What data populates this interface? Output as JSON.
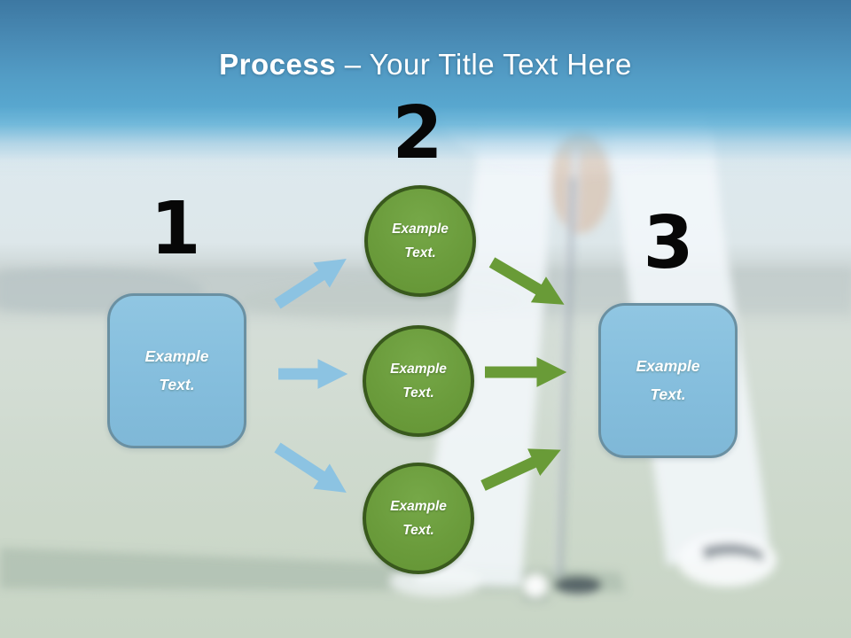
{
  "title": {
    "emphasis": "Process",
    "rest": "– Your Title Text Here"
  },
  "steps": [
    {
      "number": "1",
      "label": "Example Text."
    },
    {
      "number": "2",
      "items": [
        "Example Text.",
        "Example Text.",
        "Example Text."
      ]
    },
    {
      "number": "3",
      "label": "Example Text."
    }
  ],
  "colors": {
    "banner_blue_top": "#3d78a2",
    "banner_blue_bottom": "#58a7cf",
    "title_color": "#ffffff",
    "box_fill": "#85bedd",
    "box_border": "#6a90a2",
    "circle_fill": "#6b9c3c",
    "circle_border": "#39591d",
    "arrow_blue": "#8cc3e2",
    "arrow_green": "#699b37",
    "number_color": "#070707"
  }
}
